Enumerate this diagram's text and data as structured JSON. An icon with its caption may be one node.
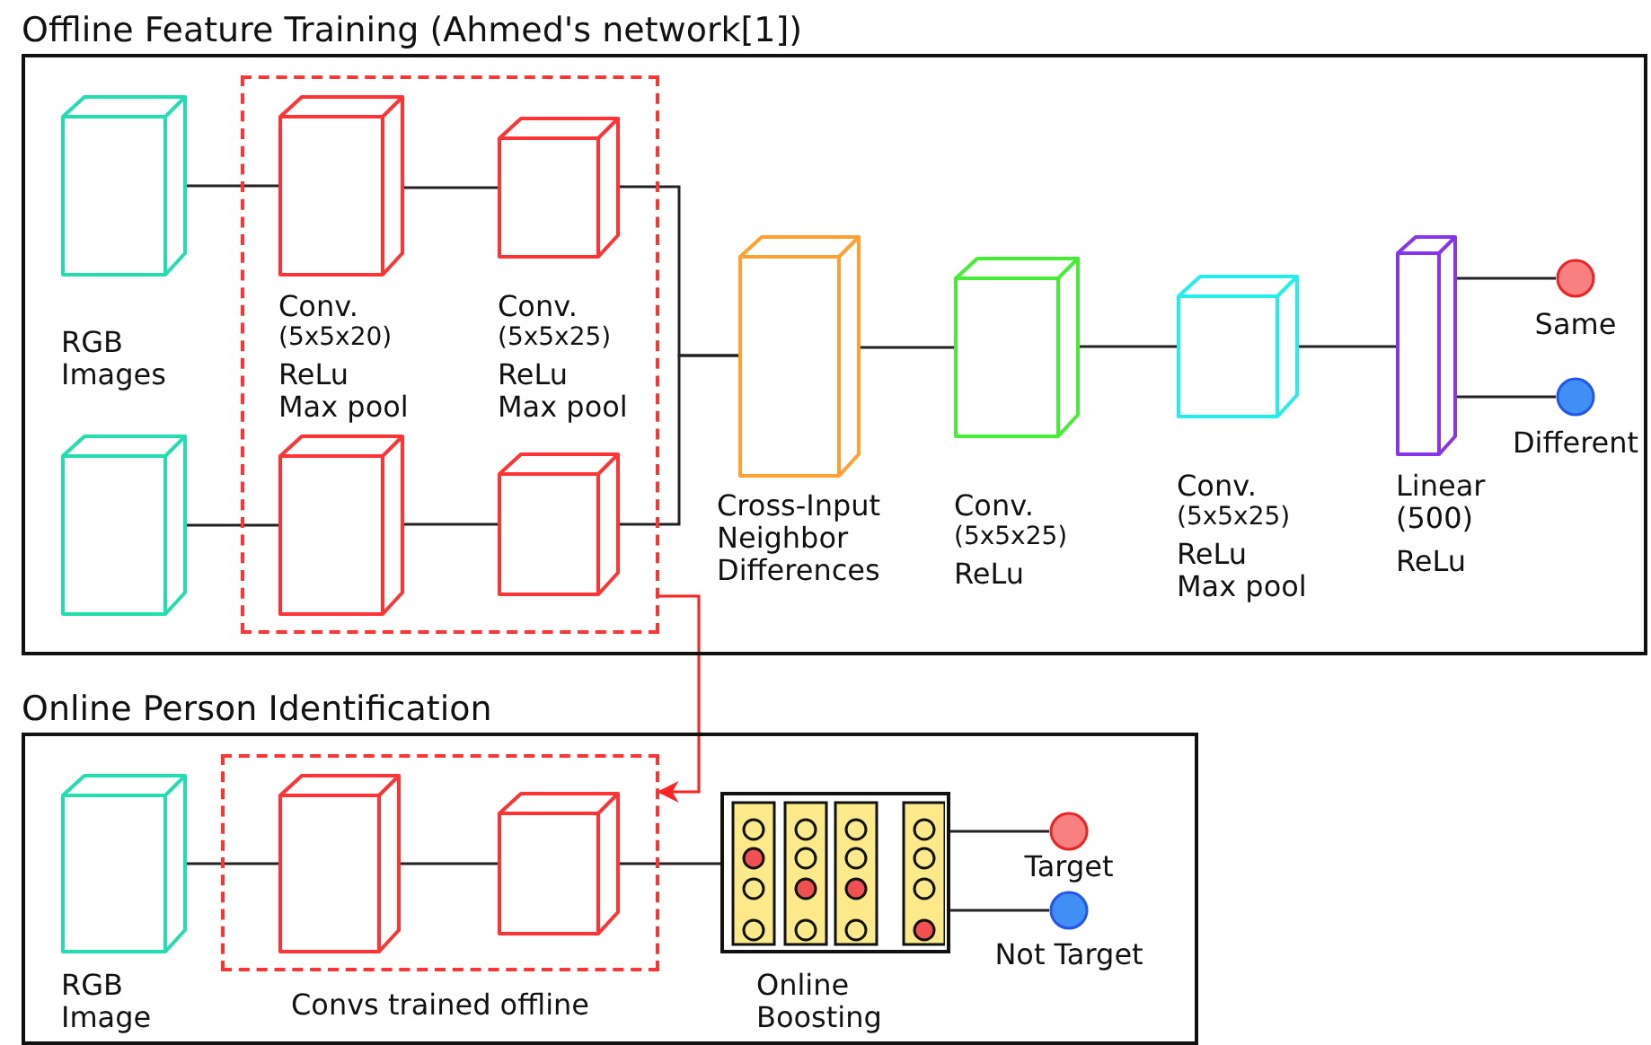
{
  "diagram": {
    "nodes": [
      {
        "text": [
          "Offline Feature Training (Ahmed's network[1])"
        ]
      },
      {
        "text": [],
        "shape": "box",
        "in": 0
      },
      {
        "text": [],
        "shape": "cuboid",
        "in": 0
      },
      {
        "text": [],
        "shape": "cuboid",
        "in": 0
      },
      {
        "text": [],
        "shape": "cuboid",
        "in": 1,
        "beside": [
          "Conv.",
          "(5x5x20)",
          "ReLu",
          "Max pool"
        ]
      },
      {
        "text": [],
        "shape": "cuboid",
        "in": 1,
        "beside": [
          "Conv.",
          "(5x5x25)",
          "ReLu",
          "Max pool"
        ]
      },
      {
        "text": [],
        "shape": "cuboid",
        "in": 1
      },
      {
        "text": [],
        "shape": "cuboid",
        "in": 1
      },
      {
        "text": [],
        "shape": "cuboid",
        "in": 0,
        "beside": [
          "Cross-Input Neighbor Differences"
        ]
      },
      {
        "text": [],
        "shape": "cuboid",
        "in": 0,
        "beside": [
          "Conv.",
          "(5x5x25)",
          "ReLu"
        ]
      },
      {
        "text": [],
        "shape": "cuboid",
        "in": 0,
        "beside": [
          "Conv.",
          "(5x5x25)",
          "ReLu",
          "Max pool"
        ]
      },
      {
        "text": [],
        "shape": "cuboid",
        "in": 0,
        "beside": [
          "Linear",
          "(500)",
          "ReLu"
        ]
      },
      {
        "text": [],
        "shape": "circle",
        "in": 0,
        "beside": [
          "Same"
        ]
      },
      {
        "text": [],
        "shape": "circle",
        "in": 0,
        "beside": [
          "Different"
        ]
      },
      {
        "text": [
          "Online Person Identification"
        ]
      },
      {
        "text": [],
        "shape": "box",
        "in": 14,
        "beside": [
          "Convs trained offline"
        ]
      },
      {
        "text": [],
        "shape": "cuboid",
        "in": 14,
        "beside": [
          "RGB Image"
        ]
      },
      {
        "text": [],
        "shape": "cuboid",
        "in": 15
      },
      {
        "text": [],
        "shape": "cuboid",
        "in": 15
      },
      {
        "text": [],
        "shape": "box",
        "in": 14,
        "beside": [
          "Online Boosting"
        ]
      },
      {
        "text": [],
        "shape": "circle",
        "in": 14,
        "beside": [
          "Target"
        ]
      },
      {
        "text": [],
        "shape": "circle",
        "in": 14,
        "beside": [
          "Not Target"
        ]
      }
    ],
    "edges": [
      {
        "from": 2,
        "to": 4,
        "arrow": "none"
      },
      {
        "from": 3,
        "to": 6,
        "arrow": "none"
      },
      {
        "from": 4,
        "to": 5,
        "arrow": "none"
      },
      {
        "from": 6,
        "to": 7,
        "arrow": "none"
      },
      {
        "from": 5,
        "to": 8,
        "arrow": "none"
      },
      {
        "from": 7,
        "to": 8,
        "arrow": "none"
      },
      {
        "from": 8,
        "to": 9,
        "arrow": "none"
      },
      {
        "from": 9,
        "to": 10,
        "arrow": "none"
      },
      {
        "from": 10,
        "to": 11,
        "arrow": "none"
      },
      {
        "from": 11,
        "to": 12,
        "arrow": "none"
      },
      {
        "from": 11,
        "to": 13,
        "arrow": "none"
      },
      {
        "from": 1,
        "to": 15,
        "arrow": "to",
        "color": "#ff2020"
      },
      {
        "from": 16,
        "to": 17,
        "arrow": "none"
      },
      {
        "from": 17,
        "to": 18,
        "arrow": "none"
      },
      {
        "from": 18,
        "to": 19,
        "arrow": "none"
      },
      {
        "from": 19,
        "to": 20,
        "arrow": "none"
      },
      {
        "from": 19,
        "to": 21,
        "arrow": "none"
      }
    ],
    "labels": [
      "RGB Images"
    ]
  }
}
